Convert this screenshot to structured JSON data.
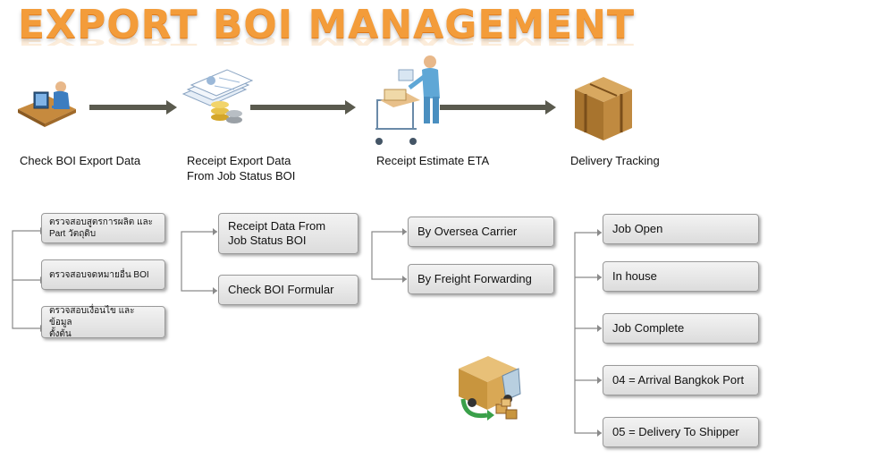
{
  "title": "EXPORT BOI MANAGEMENT",
  "stages": [
    {
      "label_line1": "Check BOI Export Data",
      "label_line2": "",
      "icon": "computer-user-icon"
    },
    {
      "label_line1": "Receipt Export Data",
      "label_line2": "From Job Status BOI",
      "icon": "documents-coins-icon"
    },
    {
      "label_line1": "Receipt Estimate ETA",
      "label_line2": "",
      "icon": "worker-cart-icon"
    },
    {
      "label_line1": "Delivery Tracking",
      "label_line2": "",
      "icon": "crate-icon"
    }
  ],
  "group1": {
    "items": [
      {
        "line1": "ตรวจสอบสูตรการผลิต และ",
        "line2": "Part วัตถุดิบ"
      },
      {
        "line1": "ตรวจสอบจดหมายอื่น BOI",
        "line2": ""
      },
      {
        "line1": "ตรวจสอบเงื่อนไข และ ข้อมูล",
        "line2": "ตั้งต้น"
      }
    ]
  },
  "group2": {
    "items": [
      {
        "line1": "Receipt Data From",
        "line2": "Job Status BOI"
      },
      {
        "line1": "Check BOI Formular",
        "line2": ""
      }
    ]
  },
  "group3": {
    "items": [
      {
        "line1": "By Oversea Carrier",
        "line2": ""
      },
      {
        "line1": "By Freight Forwarding",
        "line2": ""
      }
    ]
  },
  "group4": {
    "items": [
      {
        "line1": "Job Open"
      },
      {
        "line1": "In house"
      },
      {
        "line1": "Job Complete"
      },
      {
        "line1": "04 = Arrival Bangkok Port"
      },
      {
        "line1": "05 = Delivery To Shipper"
      }
    ]
  },
  "colors": {
    "title": "#f39c3a",
    "arrow": "#5a5a4e",
    "connector": "#8a8a8a"
  },
  "extra_icon": "delivery-truck-icon"
}
